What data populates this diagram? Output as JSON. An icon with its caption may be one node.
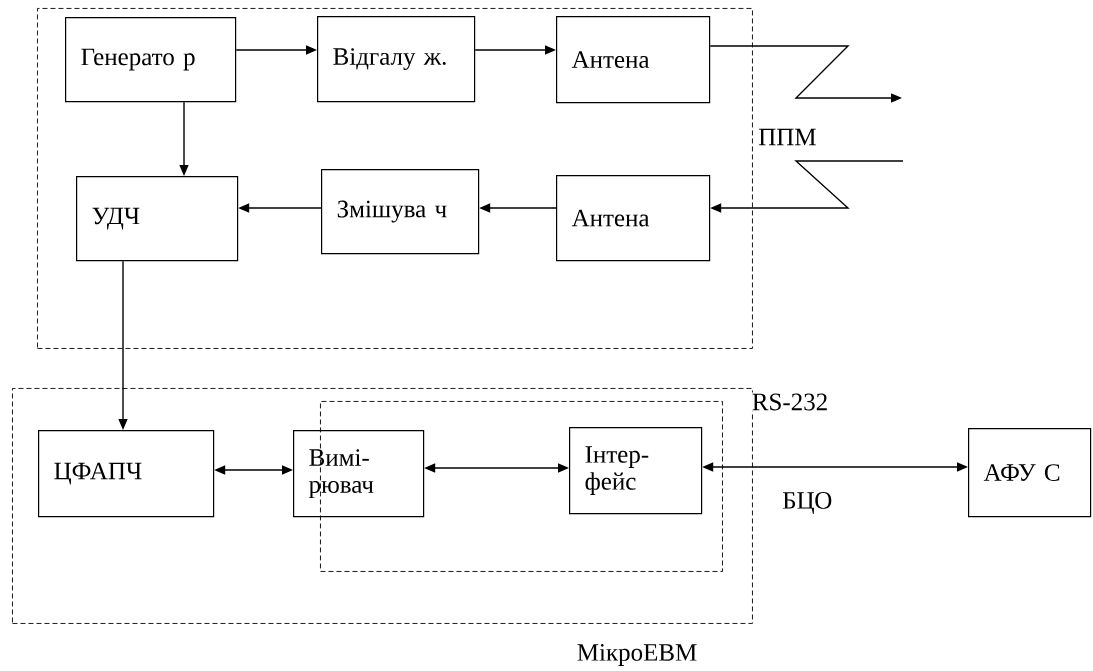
{
  "diagram": {
    "nodes": [
      {
        "text": [
          "ППМ"
        ]
      },
      {
        "text": [
          "Генерато р"
        ],
        "in": 0
      },
      {
        "text": [
          "Відгалу ж."
        ],
        "in": 0
      },
      {
        "text": [
          "Антена"
        ],
        "in": 0
      },
      {
        "text": [
          "УДЧ"
        ],
        "in": 0
      },
      {
        "text": [
          "Змішува ч"
        ],
        "in": 0
      },
      {
        "text": [
          "Антена"
        ],
        "in": 0
      },
      {
        "text": [
          "МікроЕВМ"
        ]
      },
      {
        "text": [
          "ЦФАПЧ"
        ],
        "in": 7
      },
      {
        "text": [
          "Вимі- рювач"
        ],
        "in": 7
      },
      {
        "text": [],
        "shape": "box",
        "in": 7
      },
      {
        "text": [
          "Інтер- фейс"
        ],
        "in": 10
      },
      {
        "text": [
          "АФУ С"
        ]
      }
    ],
    "edges": [
      {
        "from": 1,
        "to": 2,
        "arrow": "to"
      },
      {
        "from": 2,
        "to": 3,
        "arrow": "to"
      },
      {
        "from": 3,
        "to": null,
        "arrow": "to"
      },
      {
        "from": null,
        "to": 6,
        "arrow": "to"
      },
      {
        "from": 6,
        "to": 5,
        "arrow": "to"
      },
      {
        "from": 5,
        "to": 4,
        "arrow": "to"
      },
      {
        "from": 1,
        "to": 4,
        "arrow": "to"
      },
      {
        "from": 4,
        "to": 8,
        "arrow": "to"
      },
      {
        "from": 8,
        "to": 9,
        "arrow": "both"
      },
      {
        "from": 9,
        "to": 11,
        "arrow": "both"
      },
      {
        "from": 11,
        "to": 12,
        "arrow": "both",
        "label": "RS-232"
      }
    ],
    "labels": [
      "БЦО"
    ]
  }
}
